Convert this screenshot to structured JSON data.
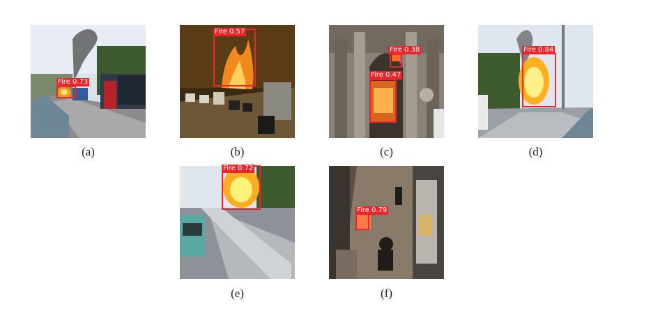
{
  "figure": {
    "panels": [
      {
        "caption": "(a)",
        "label": "Fire 0.73",
        "scene": "highway with trucks and smoke"
      },
      {
        "caption": "(b)",
        "label": "Fire 0.57",
        "scene": "night highway wildfire"
      },
      {
        "caption": "(c)",
        "label_1": "Fire 0.38",
        "label_2": "Fire 0.47",
        "scene": "church facade"
      },
      {
        "caption": "(d)",
        "label": "Fire 0.84",
        "scene": "highway explosion"
      },
      {
        "caption": "(e)",
        "label": "Fire 0.72",
        "scene": "highway barrier explosion"
      },
      {
        "caption": "(f)",
        "label": "Fire 0.79",
        "scene": "kitchen cctv"
      }
    ],
    "colors": {
      "box": "#e8262b",
      "label_text": "#ffffff"
    }
  }
}
